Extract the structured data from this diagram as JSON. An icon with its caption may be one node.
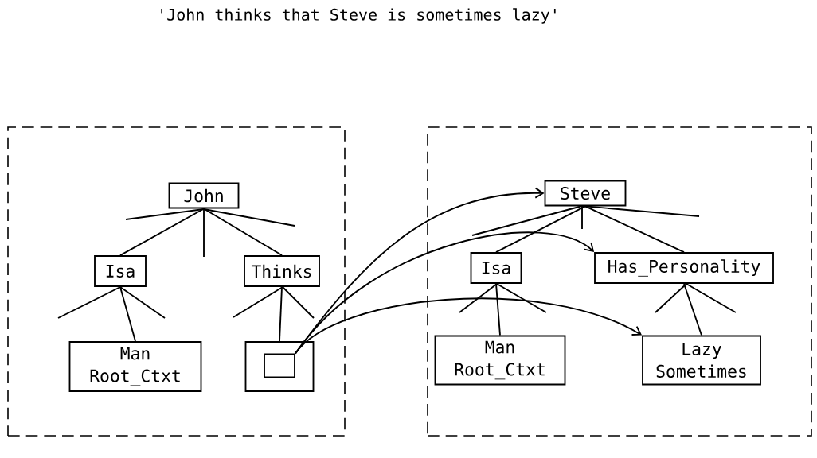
{
  "diagram": {
    "title": "'John thinks that Steve is sometimes lazy'",
    "nodes": [
      {
        "text": [],
        "shape": "box"
      },
      {
        "text": [
          "John"
        ],
        "in": 0
      },
      {
        "text": [
          "Isa"
        ],
        "in": 0
      },
      {
        "text": [
          "Thinks"
        ],
        "in": 0
      },
      {
        "text": [
          "Man",
          "Root_Ctxt"
        ],
        "in": 0
      },
      {
        "text": [],
        "shape": "box",
        "in": 0
      },
      {
        "text": [],
        "shape": "box",
        "in": 5
      },
      {
        "text": [],
        "shape": "box"
      },
      {
        "text": [
          "Steve"
        ],
        "in": 7
      },
      {
        "text": [
          "Isa"
        ],
        "in": 7
      },
      {
        "text": [
          "Has_Personality"
        ],
        "in": 7
      },
      {
        "text": [
          "Man",
          "Root_Ctxt"
        ],
        "in": 7
      },
      {
        "text": [
          "Lazy",
          "Sometimes"
        ],
        "in": 7
      }
    ],
    "edges": [
      {
        "from": 1,
        "to": 2,
        "arrow": "none"
      },
      {
        "from": 1,
        "to": 3,
        "arrow": "none"
      },
      {
        "from": 2,
        "to": 4,
        "arrow": "none"
      },
      {
        "from": 3,
        "to": 5,
        "arrow": "none"
      },
      {
        "from": 8,
        "to": 9,
        "arrow": "none"
      },
      {
        "from": 8,
        "to": 10,
        "arrow": "none"
      },
      {
        "from": 9,
        "to": 11,
        "arrow": "none"
      },
      {
        "from": 10,
        "to": 12,
        "arrow": "none"
      },
      {
        "from": 6,
        "to": 8,
        "arrow": "to"
      },
      {
        "from": 6,
        "to": 10,
        "arrow": "to"
      },
      {
        "from": 6,
        "to": 12,
        "arrow": "to"
      }
    ]
  }
}
